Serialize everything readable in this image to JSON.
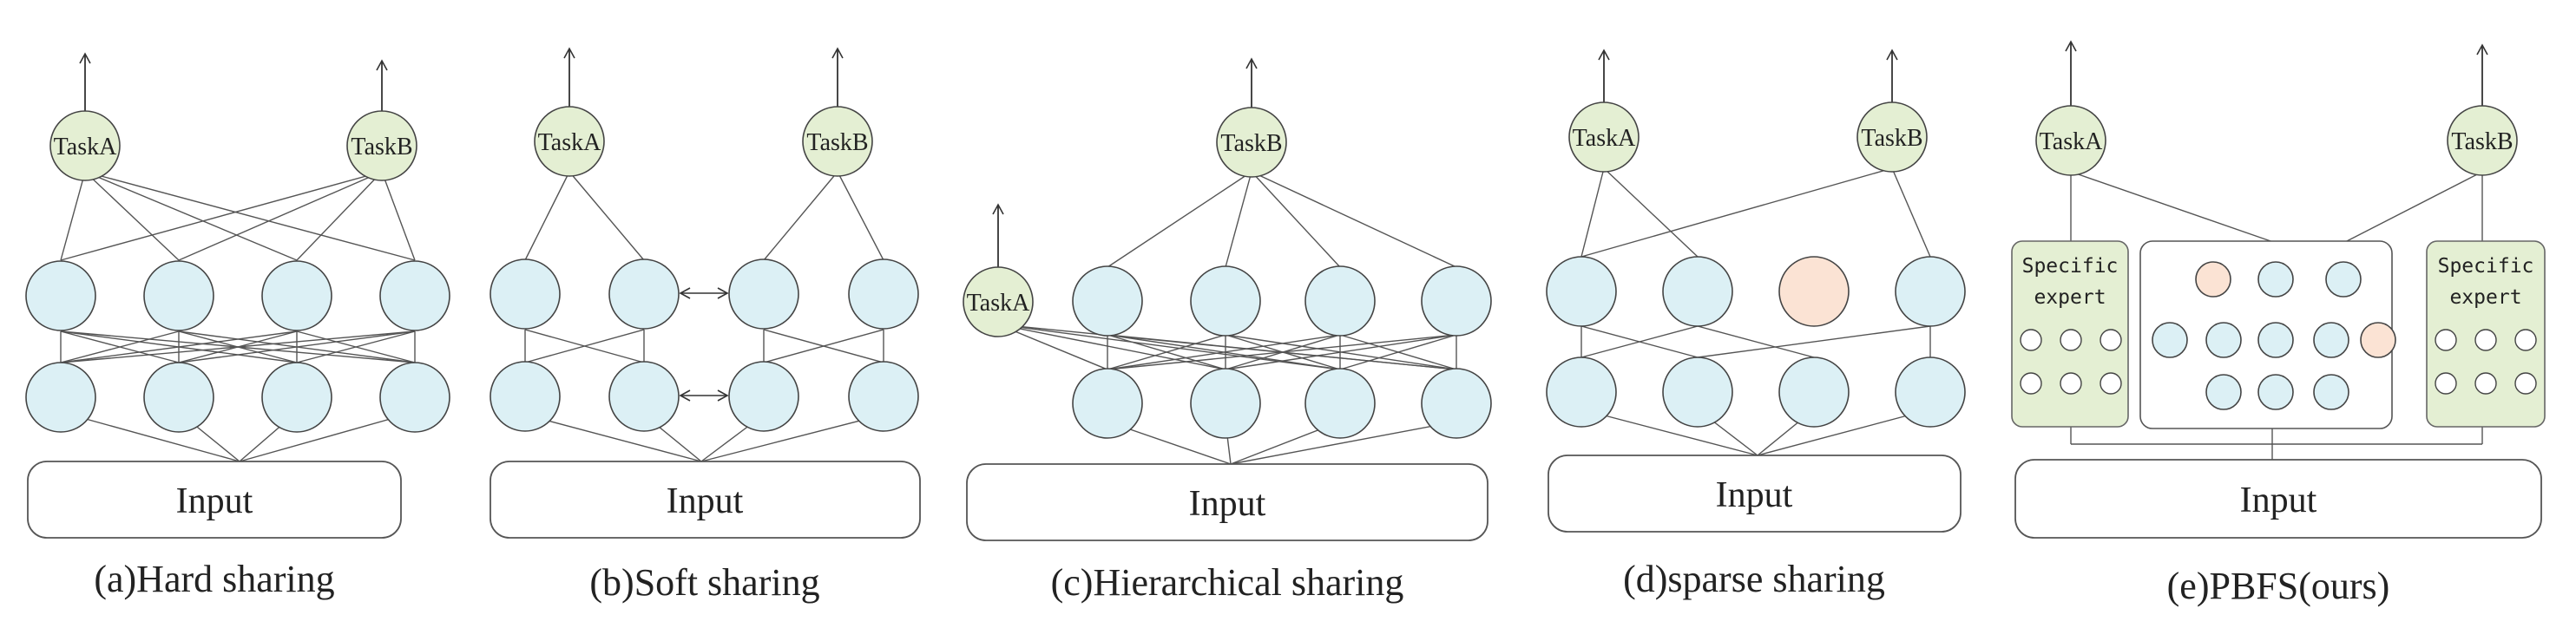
{
  "panels": [
    {
      "caption": "(a)Hard sharing",
      "input": "Input",
      "task_a": "TaskA",
      "task_b": "TaskB"
    },
    {
      "caption": "(b)Soft sharing",
      "input": "Input",
      "task_a": "TaskA",
      "task_b": "TaskB"
    },
    {
      "caption": "(c)Hierarchical sharing",
      "input": "Input",
      "task_a": "TaskA",
      "task_b": "TaskB"
    },
    {
      "caption": "(d)sparse sharing",
      "input": "Input",
      "task_a": "TaskA",
      "task_b": "TaskB"
    },
    {
      "caption": "(e)PBFS(ours)",
      "input": "Input",
      "task_a": "TaskA",
      "task_b": "TaskB",
      "expert_left": [
        "Specific",
        "expert"
      ],
      "expert_right": [
        "Specific",
        "expert"
      ]
    }
  ],
  "colors": {
    "shared_node": "#dcf0f5",
    "task_node": "#e4efd3",
    "inactive_node": "#fbe3d4",
    "line": "#555555"
  }
}
